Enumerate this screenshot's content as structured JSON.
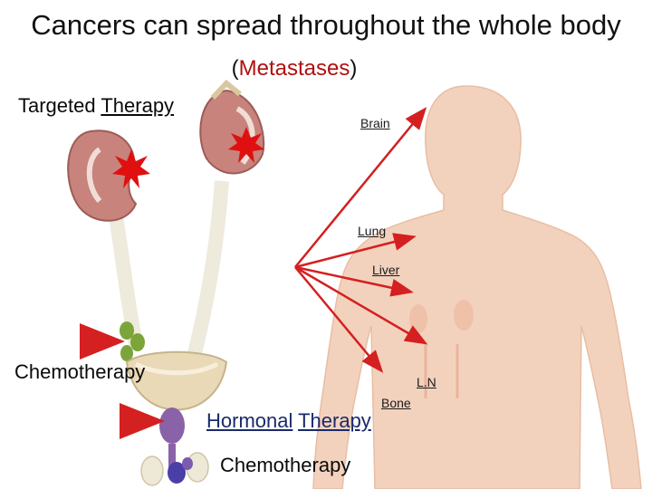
{
  "slide": {
    "title": "Cancers can spread throughout the whole body",
    "subtitle": {
      "open_paren": "(",
      "word": "Metastases",
      "close_paren": ")"
    }
  },
  "therapy_labels": {
    "targeted": {
      "word1": "Targeted",
      "word2": "Therapy"
    },
    "chemotherapy_left": "Chemotherapy",
    "hormonal": {
      "word1": "Hormonal",
      "word2": "Therapy"
    },
    "chemotherapy_bottom": "Chemotherapy"
  },
  "metastasis_sites": {
    "brain": "Brain",
    "lung": "Lung",
    "liver": "Liver",
    "lymph_node": "L.N",
    "bone": "Bone"
  },
  "colors": {
    "arrow": "#d42020",
    "skin": "#f3d2bd",
    "kidney": "#c7837c",
    "tumor": "#e01010",
    "prostate": "#e9d9b6",
    "gland": "#8a62a8"
  }
}
